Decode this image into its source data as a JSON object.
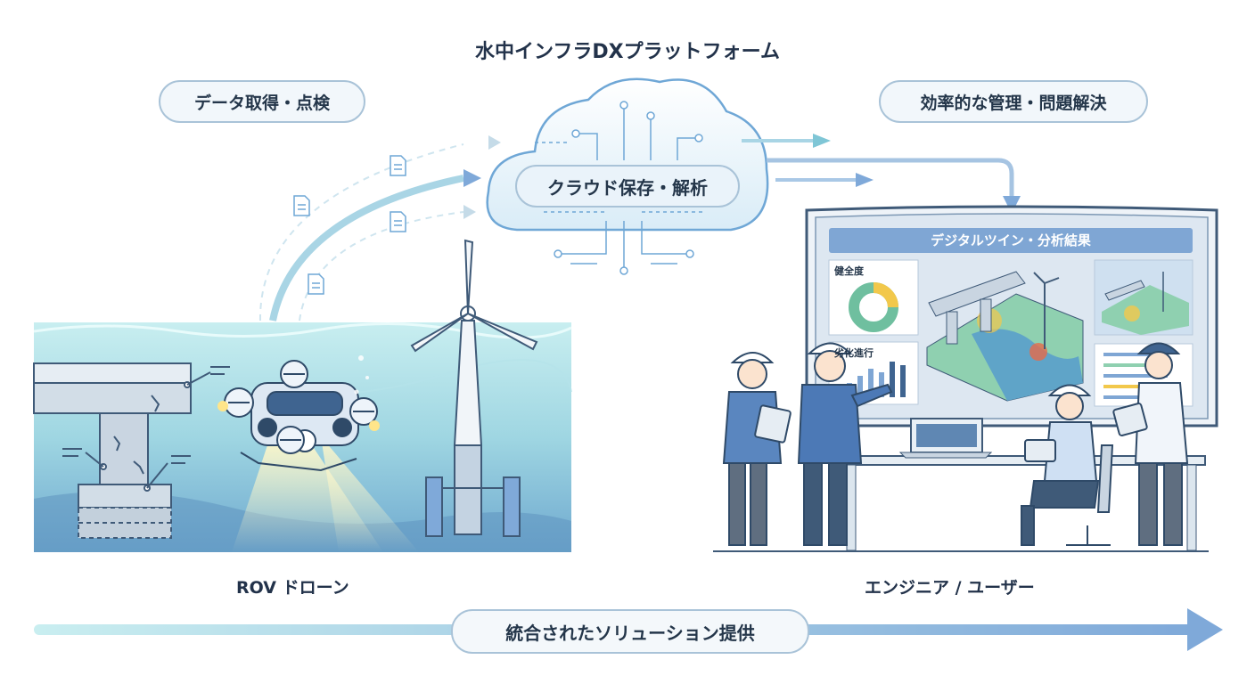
{
  "title": "水中インフラDXプラットフォーム",
  "labels": {
    "data_acquisition": "データ取得・点検",
    "cloud": "クラウド保存・解析",
    "management": "効率的な管理・問題解決",
    "rov": "ROV ドローン",
    "engineer": "エンジニア / ユーザー",
    "solution": "統合されたソリューション提供"
  },
  "screen": {
    "header": "デジタルツイン・分析結果",
    "health_label": "健全度",
    "degradation_label": "劣化進行"
  },
  "colors": {
    "water_top": "#bfe8ec",
    "water_bottom": "#6fb3d2",
    "accent": "#6fa7d6",
    "outline": "#3f5a78"
  }
}
